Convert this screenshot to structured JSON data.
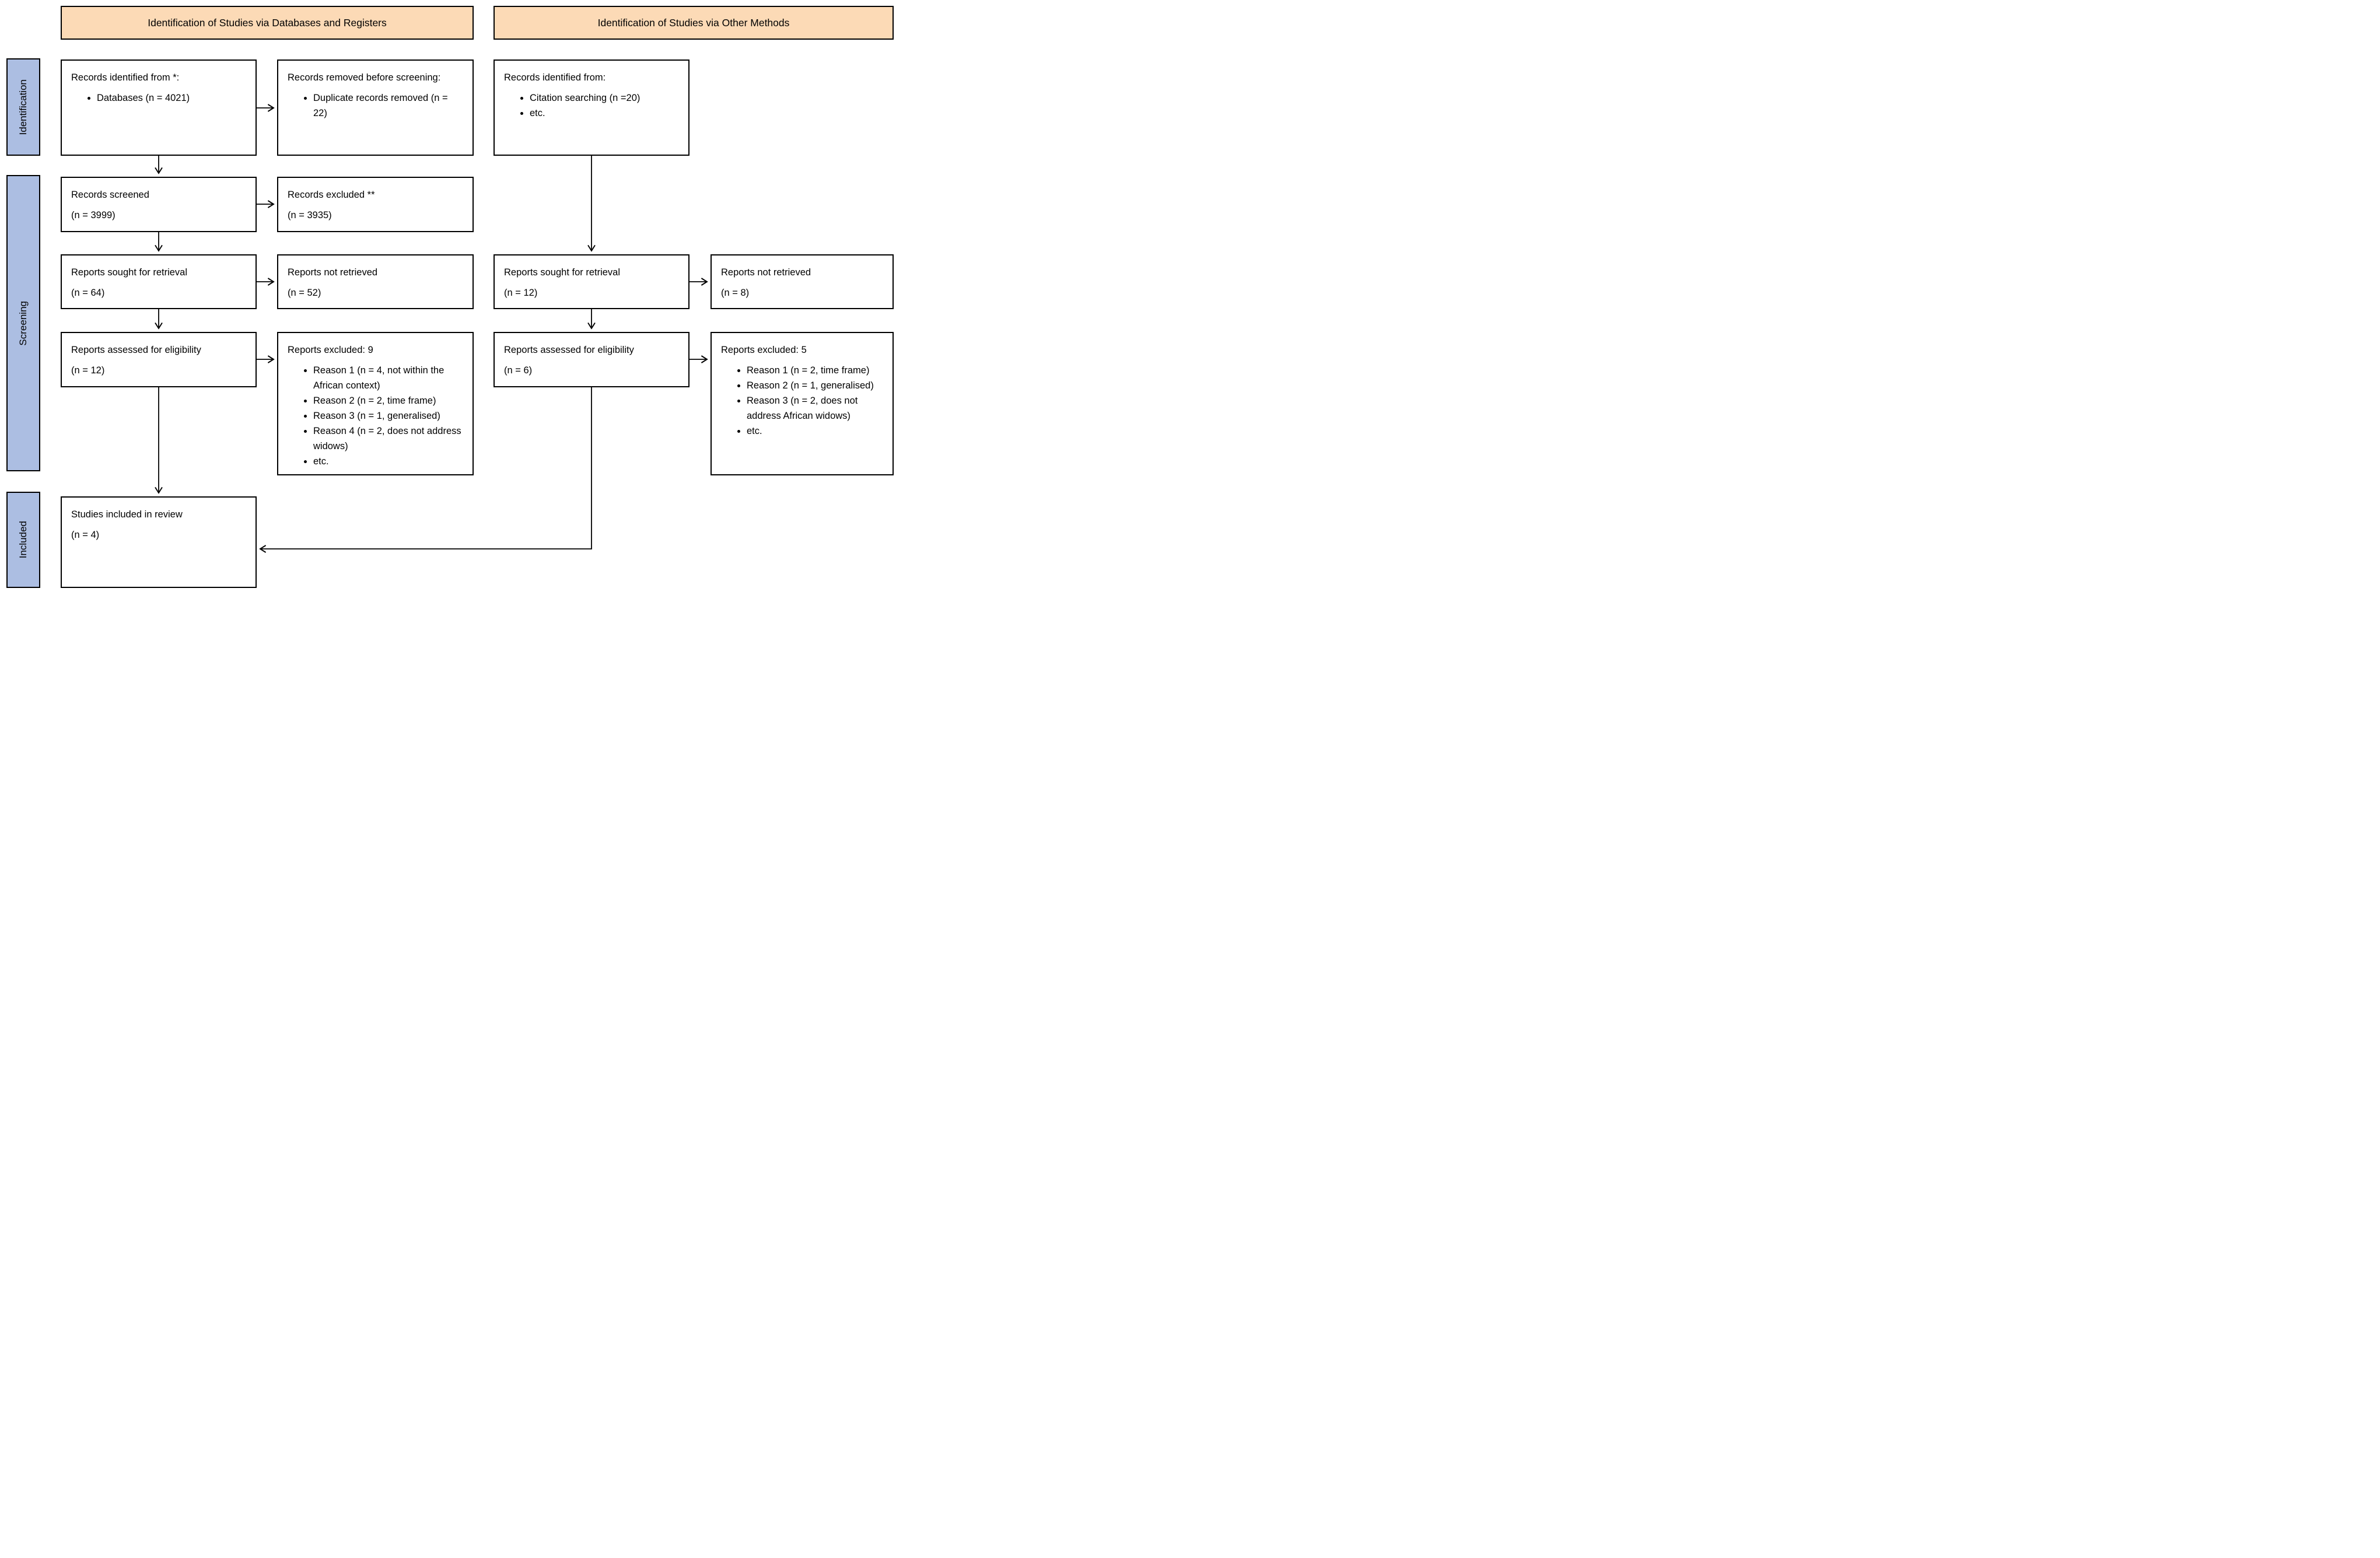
{
  "colors": {
    "header_bg": "#FCDAB6",
    "ribbon_bg": "#ACBEE2",
    "box_bg": "#FFFFFF",
    "border": "#000000"
  },
  "headers": {
    "databases": "Identification of Studies via Databases and Registers",
    "other": "Identification of Studies via Other Methods"
  },
  "ribbons": {
    "identification": "Identification",
    "screening": "Screening",
    "included": "Included"
  },
  "boxes": {
    "records_identified_db": {
      "title": "Records identified from *:",
      "bullets": [
        "Databases (n = 4021)"
      ]
    },
    "records_removed": {
      "title": "Records removed before screening:",
      "bullets": [
        "Duplicate records removed (n = 22)"
      ]
    },
    "records_identified_other": {
      "title": "Records identified from:",
      "bullets": [
        "Citation searching (n =20)",
        "etc."
      ]
    },
    "records_screened": {
      "line1": "Records screened",
      "line2": "(n = 3999)"
    },
    "records_excluded": {
      "line1": "Records excluded **",
      "line2": "(n = 3935)"
    },
    "reports_sought_db": {
      "line1": "Reports sought for retrieval",
      "line2": "(n = 64)"
    },
    "reports_not_retrieved_db": {
      "line1": "Reports not retrieved",
      "line2": "(n = 52)"
    },
    "reports_sought_other": {
      "line1": "Reports sought for retrieval",
      "line2": "(n = 12)"
    },
    "reports_not_retrieved_other": {
      "line1": "Reports not retrieved",
      "line2": "(n = 8)"
    },
    "reports_assessed_db": {
      "line1": "Reports assessed for eligibility",
      "line2": "(n = 12)"
    },
    "reports_excluded_db": {
      "title": "Reports excluded: 9",
      "bullets": [
        "Reason 1 (n = 4, not within the African context)",
        "Reason 2 (n = 2, time frame)",
        "Reason 3 (n = 1, generalised)",
        "Reason 4 (n = 2, does not address widows)",
        "etc."
      ]
    },
    "reports_assessed_other": {
      "line1": "Reports assessed for eligibility",
      "line2": "(n = 6)"
    },
    "reports_excluded_other": {
      "title": "Reports excluded: 5",
      "bullets": [
        "Reason 1 (n = 2, time frame)",
        "Reason 2 (n = 1, generalised)",
        "Reason 3 (n = 2, does not address African widows)",
        "etc."
      ]
    },
    "studies_included": {
      "line1": "Studies included in review",
      "line2": "(n = 4)"
    }
  }
}
